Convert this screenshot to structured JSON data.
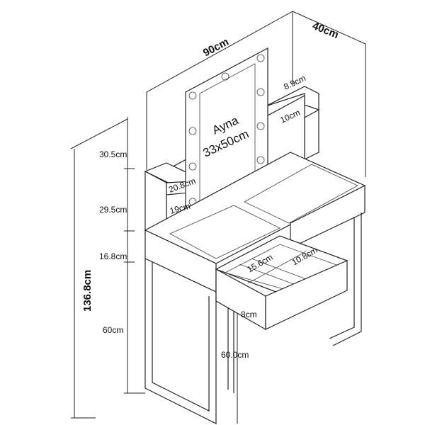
{
  "product_diagram": {
    "mirror": {
      "name": "Ayna",
      "size": "33x50cm"
    },
    "dimensions": {
      "width": "90cm",
      "depth": "40cm",
      "total_height": "136.8cm",
      "upper_hutch_height": "30.5cm",
      "lower_hutch_height": "29.5cm",
      "apron_height": "16.8cm",
      "leg_height": "60cm",
      "leg_clearance": "60.0cm",
      "right_shelf_gap": "8.9cm",
      "right_shelf_depth": "10cm",
      "left_shelf_width": "20.8cm",
      "left_shelf_height": "19cm",
      "drawer_compartment_1": "15.6cm",
      "drawer_compartment_2": "10.8cm",
      "drawer_height": "8cm"
    }
  }
}
